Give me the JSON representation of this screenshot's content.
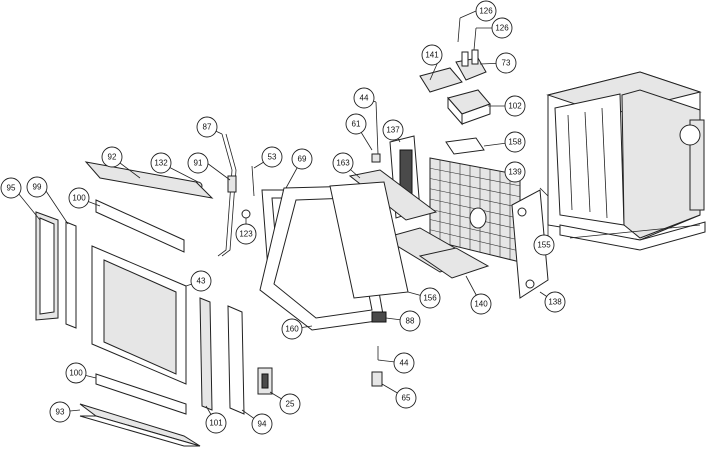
{
  "callouts": [
    {
      "id": "p126a",
      "label": "126"
    },
    {
      "id": "p126b",
      "label": "126"
    },
    {
      "id": "p141",
      "label": "141"
    },
    {
      "id": "p73",
      "label": "73"
    },
    {
      "id": "p44a",
      "label": "44"
    },
    {
      "id": "p102",
      "label": "102"
    },
    {
      "id": "p61",
      "label": "61"
    },
    {
      "id": "p137",
      "label": "137"
    },
    {
      "id": "p158",
      "label": "158"
    },
    {
      "id": "p87",
      "label": "87"
    },
    {
      "id": "p92",
      "label": "92"
    },
    {
      "id": "p132",
      "label": "132"
    },
    {
      "id": "p91",
      "label": "91"
    },
    {
      "id": "p53",
      "label": "53"
    },
    {
      "id": "p69",
      "label": "69"
    },
    {
      "id": "p163",
      "label": "163"
    },
    {
      "id": "p139",
      "label": "139"
    },
    {
      "id": "p95",
      "label": "95"
    },
    {
      "id": "p99",
      "label": "99"
    },
    {
      "id": "p100a",
      "label": "100"
    },
    {
      "id": "p123",
      "label": "123"
    },
    {
      "id": "p155",
      "label": "155"
    },
    {
      "id": "p43",
      "label": "43"
    },
    {
      "id": "p156",
      "label": "156"
    },
    {
      "id": "p140",
      "label": "140"
    },
    {
      "id": "p138",
      "label": "138"
    },
    {
      "id": "p160",
      "label": "160"
    },
    {
      "id": "p88",
      "label": "88"
    },
    {
      "id": "p44b",
      "label": "44"
    },
    {
      "id": "p100b",
      "label": "100"
    },
    {
      "id": "p65",
      "label": "65"
    },
    {
      "id": "p25",
      "label": "25"
    },
    {
      "id": "p93",
      "label": "93"
    },
    {
      "id": "p101",
      "label": "101"
    },
    {
      "id": "p94",
      "label": "94"
    }
  ]
}
